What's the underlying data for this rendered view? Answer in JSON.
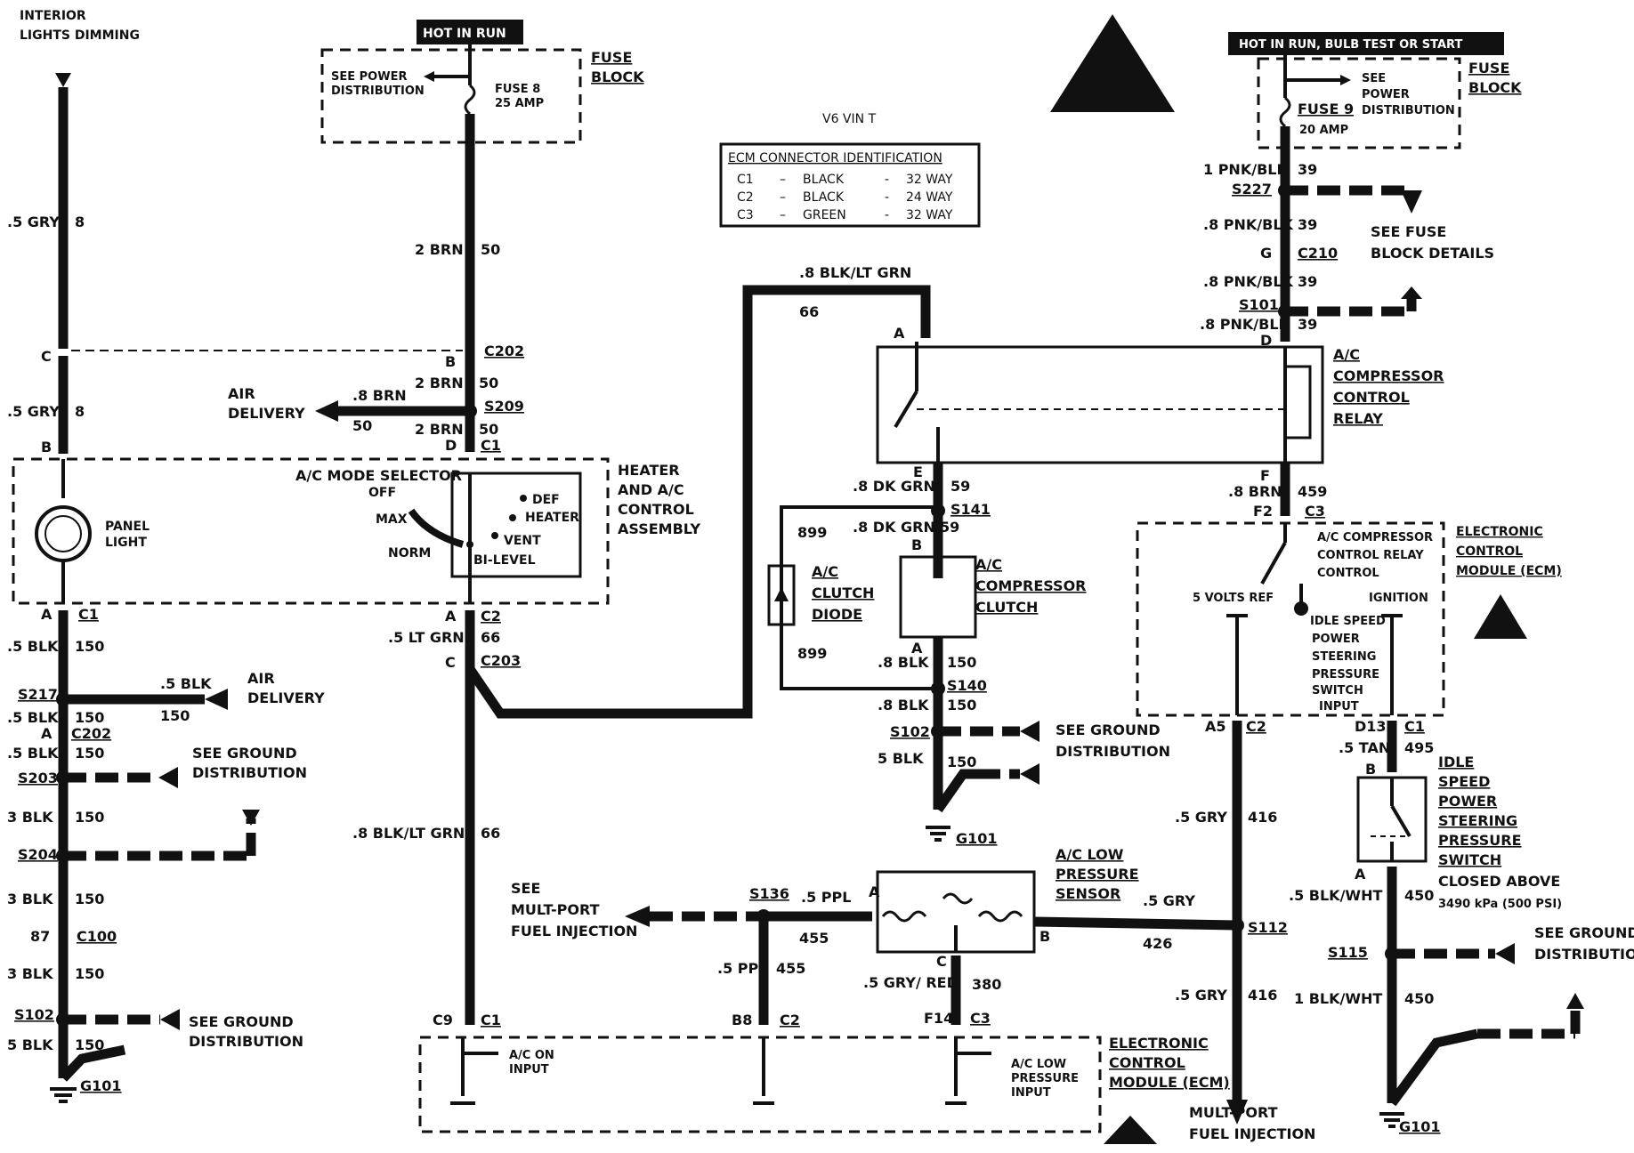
{
  "header": {
    "interior_dimming": [
      "INTERIOR",
      "LIGHTS DIMMING"
    ],
    "hot_in_run": "HOT IN RUN",
    "hot_in_run_bulb": "HOT IN RUN, BULB TEST OR START",
    "engine": "V6 VIN T"
  },
  "ecm_table": {
    "title": "ECM CONNECTOR IDENTIFICATION",
    "rows": [
      [
        "C1",
        "–",
        "BLACK",
        "-",
        "32 WAY"
      ],
      [
        "C2",
        "–",
        "BLACK",
        "-",
        "24 WAY"
      ],
      [
        "C3",
        "–",
        "GREEN",
        "-",
        "32 WAY"
      ]
    ]
  },
  "fuse_left": {
    "label": [
      "FUSE",
      "BLOCK"
    ],
    "power_dist": [
      "SEE POWER",
      "DISTRIBUTION"
    ],
    "fuse": [
      "FUSE 8",
      "25 AMP"
    ]
  },
  "fuse_right": {
    "label": [
      "FUSE",
      "BLOCK"
    ],
    "power_dist": [
      "SEE",
      "POWER",
      "DISTRIBUTION"
    ],
    "fuse": [
      "FUSE 9",
      "20 AMP"
    ],
    "fuse_details": [
      "SEE FUSE",
      "BLOCK DETAILS"
    ]
  },
  "components": {
    "heater_control": [
      "HEATER",
      "AND A/C",
      "CONTROL",
      "ASSEMBLY"
    ],
    "mode_selector": "A/C MODE SELECTOR",
    "mode_positions": [
      "OFF",
      "MAX",
      "NORM",
      "BI-LEVEL",
      "VENT",
      "DEF",
      "HEATER"
    ],
    "panel_light": [
      "PANEL",
      "LIGHT"
    ],
    "relay": [
      "A/C",
      "COMPRESSOR",
      "CONTROL",
      "RELAY"
    ],
    "clutch_diode": [
      "A/C",
      "CLUTCH",
      "DIODE"
    ],
    "clutch": [
      "A/C",
      "COMPRESSOR",
      "CLUTCH"
    ],
    "ecm_right": [
      "ELECTRONIC",
      "CONTROL",
      "MODULE (ECM)"
    ],
    "ecm_relay_ctrl": [
      "A/C COMPRESSOR",
      "CONTROL RELAY",
      "CONTROL"
    ],
    "five_volts": "5 VOLTS REF",
    "ignition": "IGNITION",
    "idle_input": [
      "IDLE SPEED",
      "POWER",
      "STEERING",
      "PRESSURE",
      "SWITCH",
      "INPUT"
    ],
    "ps_switch": [
      "IDLE",
      "SPEED",
      "POWER",
      "STEERING",
      "PRESSURE",
      "SWITCH"
    ],
    "ps_note": [
      "CLOSED ABOVE",
      "3490 kPa (500 PSI)"
    ],
    "pressure_sensor": [
      "A/C LOW",
      "PRESSURE",
      "SENSOR"
    ],
    "ecm_bottom": [
      "ELECTRONIC",
      "CONTROL",
      "MODULE (ECM)"
    ],
    "ac_on_input": [
      "A/C ON",
      "INPUT"
    ],
    "ac_low_input": [
      "A/C LOW",
      "PRESSURE",
      "INPUT"
    ],
    "mult_port": [
      "SEE",
      "MULT-PORT",
      "FUEL INJECTION"
    ],
    "mult_port_bottom": [
      "MULT-PORT",
      "FUEL INJECTION"
    ],
    "air_delivery": [
      "AIR",
      "DELIVERY"
    ],
    "ground_dist": [
      "SEE GROUND",
      "DISTRIBUTION"
    ]
  },
  "wires": {
    "w_5gry_8": ".5 GRY",
    "w_8": "8",
    "w_2brn": "2 BRN",
    "w_50": "50",
    "w_8brn": ".8 BRN",
    "w_blkltgrn": ".8 BLK/LT GRN",
    "w_66": "66",
    "w_5ltgrn": ".5 LT GRN",
    "w_5blk": ".5 BLK",
    "w_150": "150",
    "w_3blk": "3 BLK",
    "w_5blk2": "5 BLK",
    "w_1pnkblk": "1 PNK/BLK",
    "w_8pnkblk": ".8 PNK/BLK",
    "w_39": "39",
    "w_8dkgrn": ".8 DK GRN",
    "w_59": "59",
    "w_899": "899",
    "w_8blk": ".8 BLK",
    "w_8brn459": ".8 BRN",
    "w_459": "459",
    "w_5gry": ".5 GRY",
    "w_416": "416",
    "w_426": "426",
    "w_5tan": ".5 TAN",
    "w_495": "495",
    "w_5blkwht": ".5 BLK/WHT",
    "w_1blkwht": "1 BLK/WHT",
    "w_450": "450",
    "w_5ppl": ".5 PPL",
    "w_455": "455",
    "w_5gryred": ".5 GRY/ RED",
    "w_380": "380"
  },
  "connectors": {
    "c202": "C202",
    "s209": "S209",
    "c1": "C1",
    "c2": "C2",
    "c203": "C203",
    "s217": "S217",
    "s203": "S203",
    "s204": "S204",
    "c100": "C100",
    "s102": "S102",
    "g101": "G101",
    "s227": "S227",
    "c210": "C210",
    "s101": "S101",
    "s141": "S141",
    "s140": "S140",
    "c3": "C3",
    "s112": "S112",
    "s115": "S115",
    "s136": "S136"
  },
  "pins": {
    "A": "A",
    "B": "B",
    "C": "C",
    "D": "D",
    "E": "E",
    "F": "F",
    "G": "G",
    "F2": "F2",
    "A5": "A5",
    "D13": "D13",
    "C9": "C9",
    "B8": "B8",
    "F14": "F14",
    "87": "87"
  }
}
